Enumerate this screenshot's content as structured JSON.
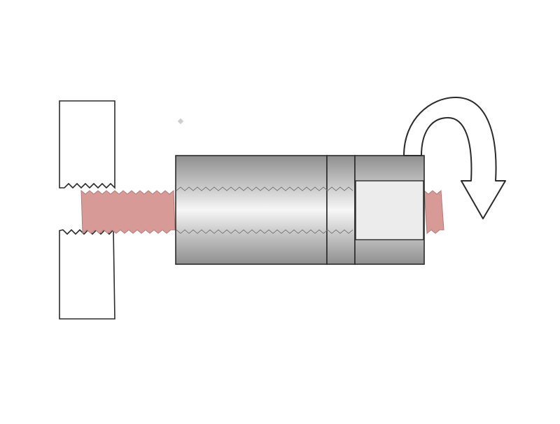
{
  "diagram": {
    "kind": "threaded-rod-removal-with-nut-tool",
    "colors": {
      "background": "#ffffff",
      "outline": "#2b2b2b",
      "wall": "#ffffff",
      "rod_fill": "#d89a96",
      "sleeve_dark": "#8f8f8f",
      "sleeve_mid": "#c6c6c6",
      "sleeve_light": "#f7f7f7",
      "arrow_fill": "#ffffff",
      "speck": "#cfcfcf"
    },
    "parts": [
      {
        "id": "wall-upper",
        "label": ""
      },
      {
        "id": "wall-lower",
        "label": ""
      },
      {
        "id": "threaded-rod",
        "label": ""
      },
      {
        "id": "coupling-sleeve",
        "label": ""
      },
      {
        "id": "collar-band",
        "label": ""
      },
      {
        "id": "nut-end",
        "label": ""
      },
      {
        "id": "rotation-arrow",
        "label": "",
        "direction": "clockwise"
      }
    ]
  }
}
